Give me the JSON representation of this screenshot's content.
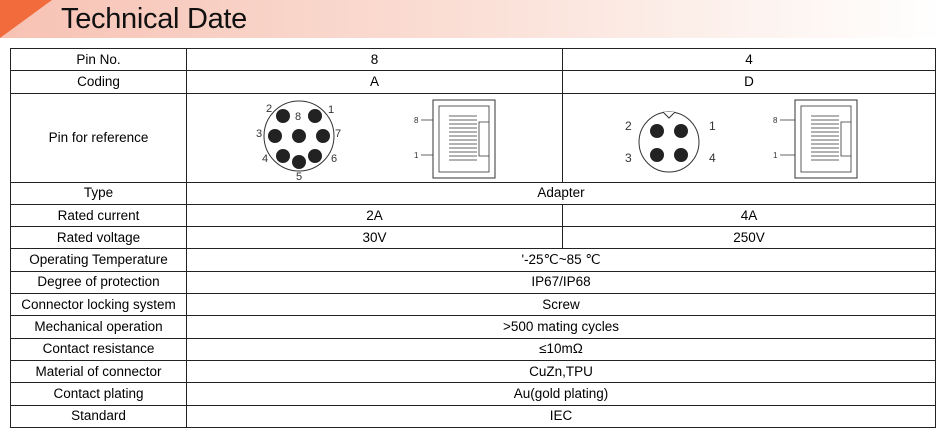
{
  "header": {
    "title": "Technical Date"
  },
  "table": {
    "pin_no": {
      "label": "Pin No.",
      "col_a": "8",
      "col_b": "4"
    },
    "coding": {
      "label": "Coding",
      "col_a": "A",
      "col_b": "D"
    },
    "pin_reference": {
      "label": "Pin for reference",
      "col_a_pins": [
        "1",
        "2",
        "3",
        "4",
        "5",
        "6",
        "7",
        "8"
      ],
      "col_a_jack": [
        "8",
        "1"
      ],
      "col_b_pins": [
        "1",
        "2",
        "3",
        "4"
      ],
      "col_b_jack": [
        "8",
        "1"
      ]
    },
    "type": {
      "label": "Type",
      "value": "Adapter"
    },
    "rated_current": {
      "label": "Rated current",
      "col_a": "2A",
      "col_b": "4A"
    },
    "rated_voltage": {
      "label": "Rated voltage",
      "col_a": "30V",
      "col_b": "250V"
    },
    "operating_temperature": {
      "label": "Operating Temperature",
      "value": "'-25℃~85 ℃"
    },
    "degree_of_protection": {
      "label": "Degree of protection",
      "value": "IP67/IP68"
    },
    "connector_locking_system": {
      "label": "Connector locking system",
      "value": "Screw"
    },
    "mechanical_operation": {
      "label": "Mechanical operation",
      "value": ">500 mating cycles"
    },
    "contact_resistance": {
      "label": "Contact resistance",
      "value": "≤10mΩ"
    },
    "material_of_connector": {
      "label": "Material of connector",
      "value": "CuZn,TPU"
    },
    "contact_plating": {
      "label": "Contact plating",
      "value": "Au(gold plating)"
    },
    "standard": {
      "label": "Standard",
      "value": "IEC"
    }
  }
}
